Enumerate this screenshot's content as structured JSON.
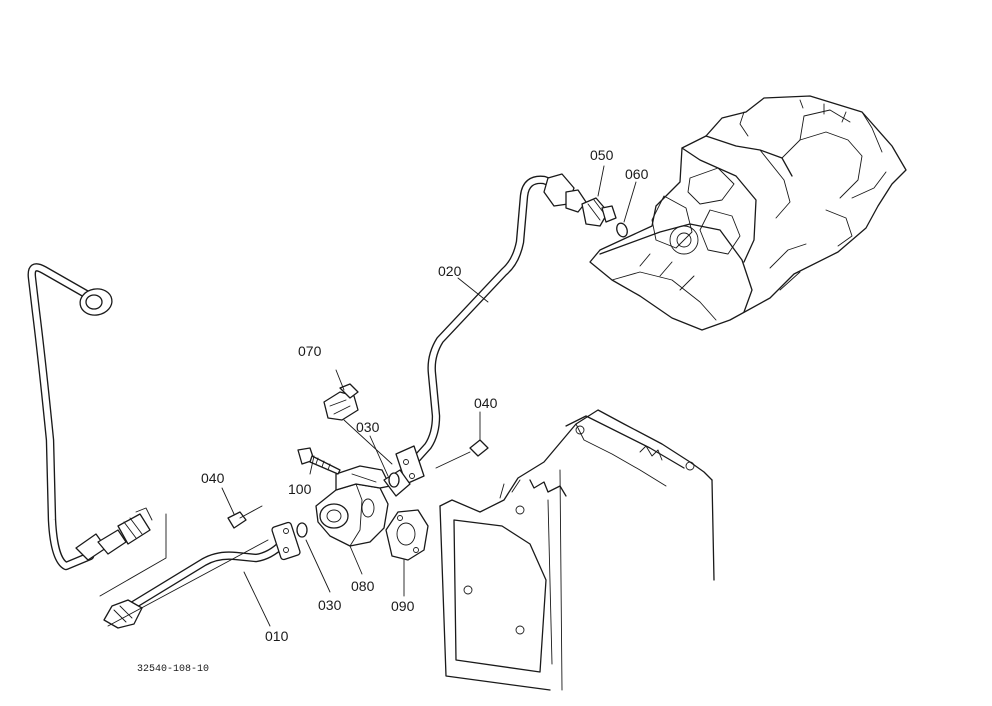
{
  "parts": [
    {
      "id": "p010",
      "label": "010"
    },
    {
      "id": "p020",
      "label": "020"
    },
    {
      "id": "p030a",
      "label": "030"
    },
    {
      "id": "p030b",
      "label": "030"
    },
    {
      "id": "p040a",
      "label": "040"
    },
    {
      "id": "p040b",
      "label": "040"
    },
    {
      "id": "p050",
      "label": "050"
    },
    {
      "id": "p060",
      "label": "060"
    },
    {
      "id": "p070",
      "label": "070"
    },
    {
      "id": "p080",
      "label": "080"
    },
    {
      "id": "p090",
      "label": "090"
    },
    {
      "id": "p100",
      "label": "100"
    }
  ],
  "drawing_code": "32540-108-10",
  "colors": {
    "ink": "#1a1a1a",
    "paper": "#ffffff"
  }
}
